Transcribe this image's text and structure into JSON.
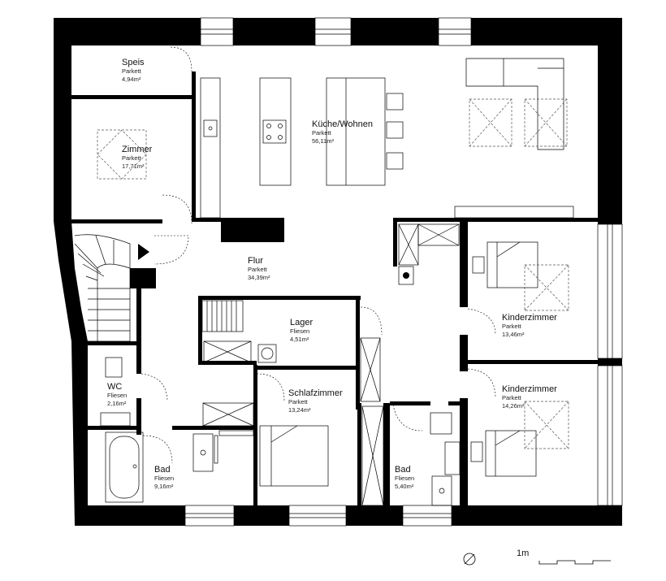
{
  "rooms": [
    {
      "id": "speis",
      "name": "Speis",
      "floor": "Parkett",
      "area": "4,94m²"
    },
    {
      "id": "zimmer",
      "name": "Zimmer",
      "floor": "Parkett",
      "area": "17,71m²"
    },
    {
      "id": "kueche",
      "name": "Küche/Wohnen",
      "floor": "Parkett",
      "area": "56,11m²"
    },
    {
      "id": "flur",
      "name": "Flur",
      "floor": "Parkett",
      "area": "34,39m²"
    },
    {
      "id": "lager",
      "name": "Lager",
      "floor": "Fliesen",
      "area": "4,51m²"
    },
    {
      "id": "kinder1",
      "name": "Kinderzimmer",
      "floor": "Parkett",
      "area": "13,46m²"
    },
    {
      "id": "wc",
      "name": "WC",
      "floor": "Fliesen",
      "area": "2,16m²"
    },
    {
      "id": "schlaf",
      "name": "Schlafzimmer",
      "floor": "Parkett",
      "area": "13,24m²"
    },
    {
      "id": "kinder2",
      "name": "Kinderzimmer",
      "floor": "Parkett",
      "area": "14,26m²"
    },
    {
      "id": "bad1",
      "name": "Bad",
      "floor": "Fliesen",
      "area": "9,16m²"
    },
    {
      "id": "bad2",
      "name": "Bad",
      "floor": "Fliesen",
      "area": "5,40m²"
    }
  ],
  "scale": {
    "label": "1m"
  },
  "icons": {
    "north": "north-arrow-icon",
    "entrance": "entrance-arrow-icon"
  }
}
